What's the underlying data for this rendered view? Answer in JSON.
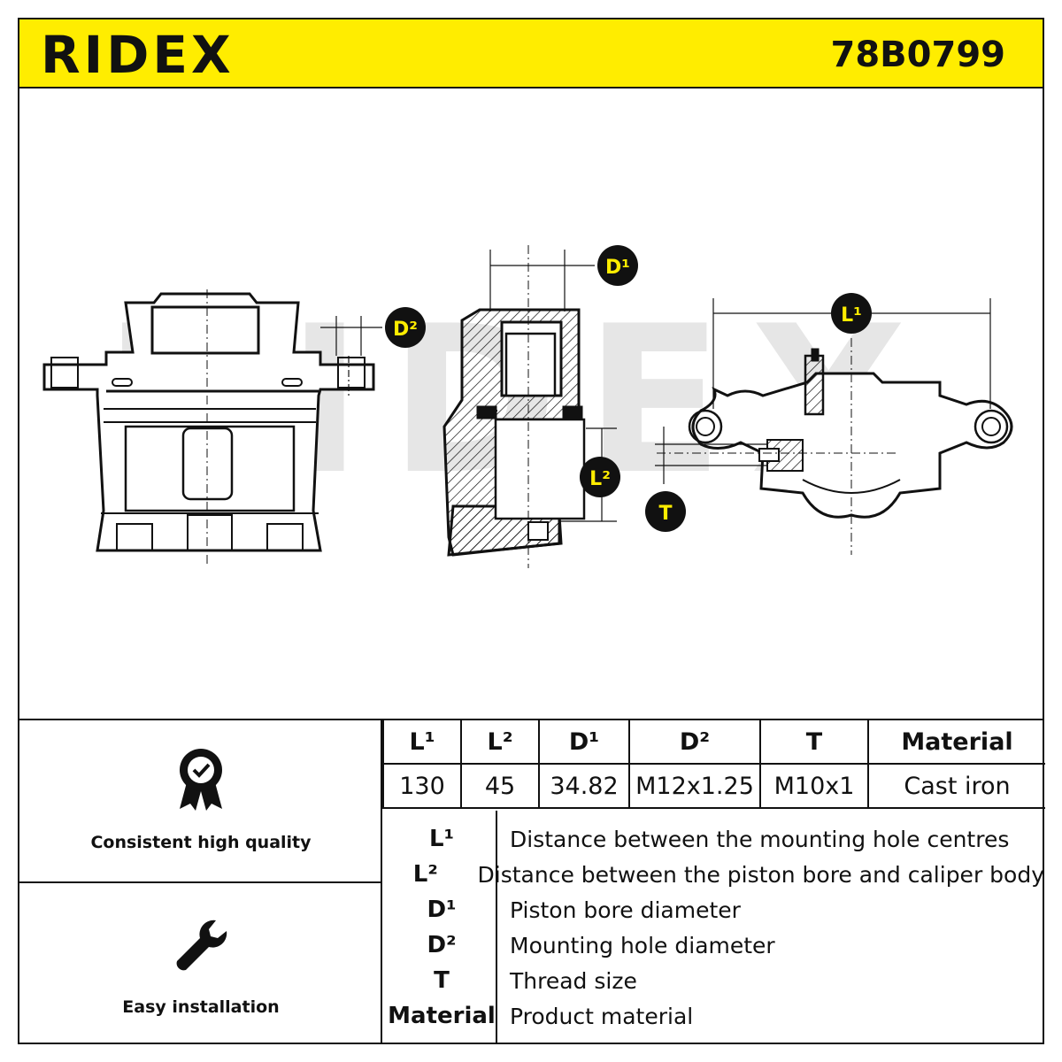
{
  "header": {
    "brand": "RIDEX",
    "part_number": "78B0799"
  },
  "drawing": {
    "watermark": "RIDEX",
    "callouts": {
      "d1": "D¹",
      "d2": "D²",
      "l1": "L¹",
      "l2": "L²",
      "t": "T"
    }
  },
  "features": [
    {
      "label": "Consistent high quality",
      "icon": "quality-badge-icon"
    },
    {
      "label": "Easy installation",
      "icon": "wrench-icon"
    }
  ],
  "spec_table": {
    "headers": [
      "L¹",
      "L²",
      "D¹",
      "D²",
      "T",
      "Material"
    ],
    "values": [
      "130",
      "45",
      "34.82",
      "M12x1.25",
      "M10x1",
      "Cast iron"
    ]
  },
  "legend": [
    {
      "key": "L¹",
      "desc": "Distance between the mounting hole centres"
    },
    {
      "key": "L²",
      "desc": "Distance between the piston bore and caliper body"
    },
    {
      "key": "D¹",
      "desc": "Piston bore diameter"
    },
    {
      "key": "D²",
      "desc": "Mounting hole diameter"
    },
    {
      "key": "T",
      "desc": "Thread size"
    },
    {
      "key": "Material",
      "desc": "Product material"
    }
  ],
  "colors": {
    "accent": "#ffed00",
    "ink": "#111111",
    "watermark": "#e6e6e6"
  }
}
